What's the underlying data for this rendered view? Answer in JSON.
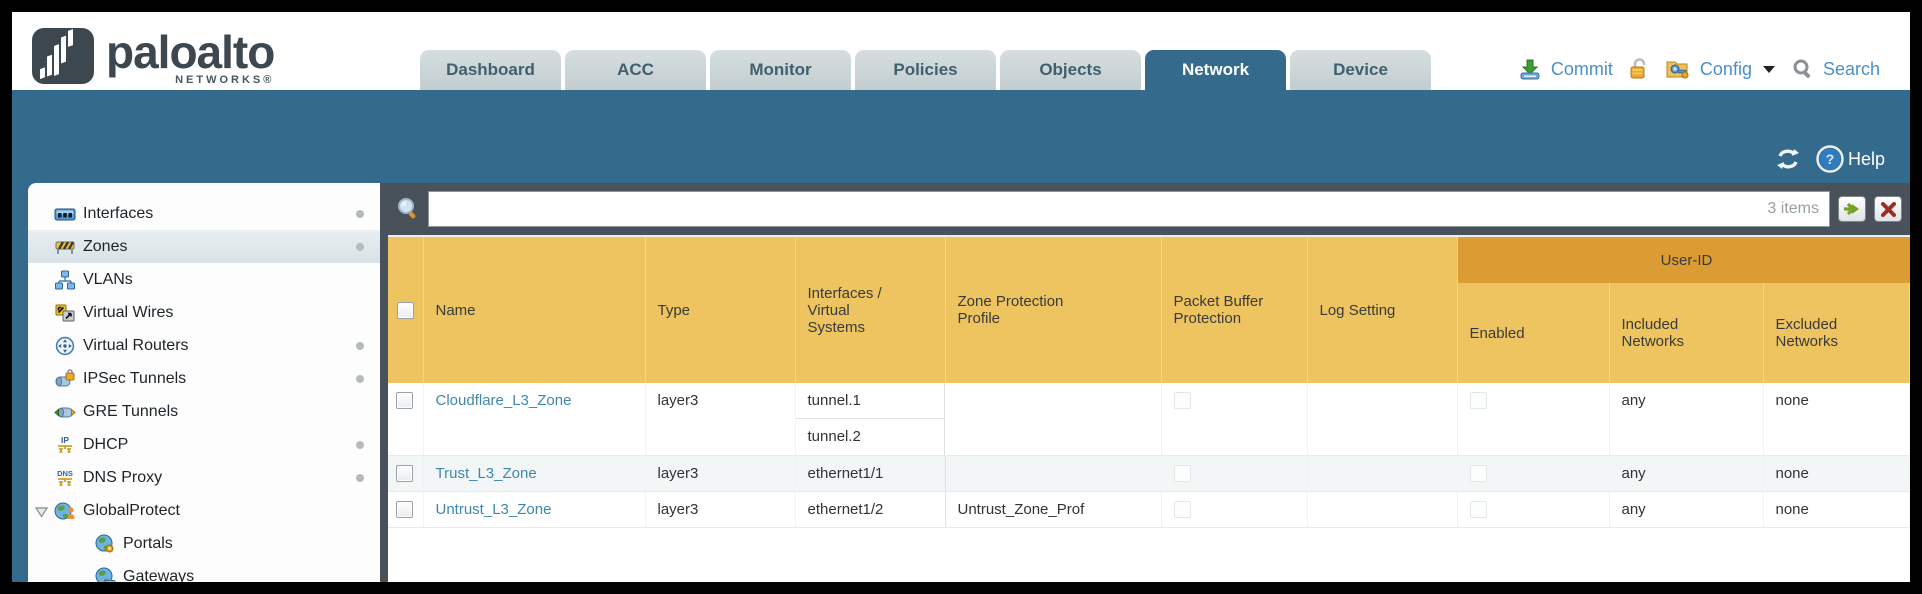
{
  "header": {
    "logo": {
      "brand": "paloalto",
      "networks": "NETWORKS®"
    },
    "tabs": [
      {
        "label": "Dashboard",
        "active": false
      },
      {
        "label": "ACC",
        "active": false
      },
      {
        "label": "Monitor",
        "active": false
      },
      {
        "label": "Policies",
        "active": false
      },
      {
        "label": "Objects",
        "active": false
      },
      {
        "label": "Network",
        "active": true
      },
      {
        "label": "Device",
        "active": false
      }
    ],
    "actions": {
      "commit": "Commit",
      "config": "Config",
      "search": "Search"
    }
  },
  "band": {
    "help": "Help"
  },
  "sidebar": {
    "items": [
      {
        "label": "Interfaces",
        "icon": "interfaces-icon",
        "has_status_dot": true,
        "selected": false
      },
      {
        "label": "Zones",
        "icon": "zones-icon",
        "has_status_dot": true,
        "selected": true
      },
      {
        "label": "VLANs",
        "icon": "vlans-icon",
        "has_status_dot": false,
        "selected": false
      },
      {
        "label": "Virtual Wires",
        "icon": "virtual-wires-icon",
        "has_status_dot": false,
        "selected": false
      },
      {
        "label": "Virtual Routers",
        "icon": "virtual-routers-icon",
        "has_status_dot": true,
        "selected": false
      },
      {
        "label": "IPSec Tunnels",
        "icon": "ipsec-tunnels-icon",
        "has_status_dot": true,
        "selected": false
      },
      {
        "label": "GRE Tunnels",
        "icon": "gre-tunnels-icon",
        "has_status_dot": false,
        "selected": false
      },
      {
        "label": "DHCP",
        "icon": "dhcp-icon",
        "has_status_dot": true,
        "selected": false
      },
      {
        "label": "DNS Proxy",
        "icon": "dns-proxy-icon",
        "has_status_dot": true,
        "selected": false
      },
      {
        "label": "GlobalProtect",
        "icon": "globalprotect-icon",
        "has_status_dot": false,
        "selected": false,
        "expanded": true
      },
      {
        "label": "Portals",
        "icon": "portals-icon",
        "has_status_dot": false,
        "selected": false,
        "child": true
      },
      {
        "label": "Gateways",
        "icon": "gateways-icon",
        "has_status_dot": false,
        "selected": false,
        "child": true
      }
    ]
  },
  "filter": {
    "count": "3 items",
    "query": ""
  },
  "table": {
    "group_header": "User-ID",
    "columns": [
      "Name",
      "Type",
      "Interfaces / Virtual Systems",
      "Zone Protection Profile",
      "Packet Buffer Protection",
      "Log Setting",
      "Enabled",
      "Included Networks",
      "Excluded Networks"
    ],
    "rows": [
      {
        "name": "Cloudflare_L3_Zone",
        "type": "layer3",
        "interfaces": [
          "tunnel.1",
          "tunnel.2"
        ],
        "zone_protection_profile": "",
        "log_setting": "",
        "included_networks": "any",
        "excluded_networks": "none"
      },
      {
        "name": "Trust_L3_Zone",
        "type": "layer3",
        "interfaces": [
          "ethernet1/1"
        ],
        "zone_protection_profile": "",
        "log_setting": "",
        "included_networks": "any",
        "excluded_networks": "none"
      },
      {
        "name": "Untrust_L3_Zone",
        "type": "layer3",
        "interfaces": [
          "ethernet1/2"
        ],
        "zone_protection_profile": "Untrust_Zone_Prof",
        "log_setting": "",
        "included_networks": "any",
        "excluded_networks": "none"
      }
    ]
  },
  "colors": {
    "teal_band": "#346a8c",
    "header_gold": "#edc45f",
    "userid_gold": "#db9d33",
    "filter_bar": "#49525a",
    "link_blue": "#3e88ae",
    "action_blue": "#4a90c8"
  }
}
